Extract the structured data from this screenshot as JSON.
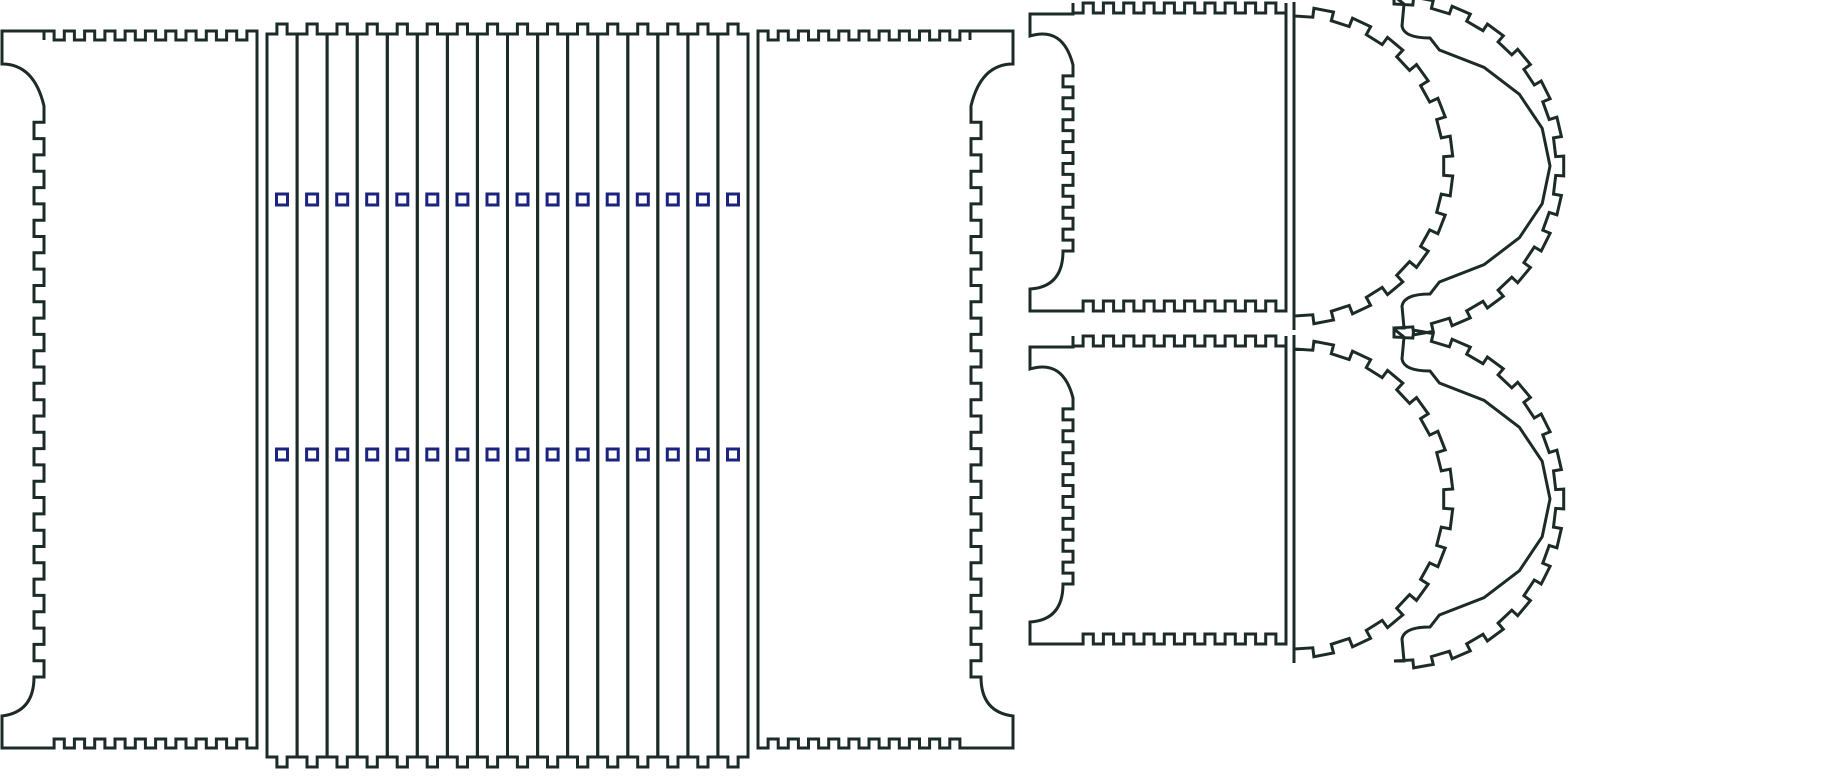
{
  "drawing": {
    "background": "#ffffff",
    "cut_color": "#1c2b28",
    "hole_color": "#1a237e",
    "parts": [
      {
        "name": "left-side-panel",
        "kind": "side-panel-left"
      },
      {
        "name": "slat-panel",
        "kind": "slats",
        "slat_count": 16,
        "holes_per_slat": 2
      },
      {
        "name": "right-side-panel",
        "kind": "side-panel-right"
      },
      {
        "name": "upper-end-panel",
        "kind": "end-panel"
      },
      {
        "name": "lower-end-panel",
        "kind": "end-panel"
      },
      {
        "name": "upper-inner-arc",
        "kind": "inner-arc"
      },
      {
        "name": "upper-outer-arc",
        "kind": "outer-arc"
      },
      {
        "name": "lower-inner-arc",
        "kind": "inner-arc"
      },
      {
        "name": "lower-outer-arc",
        "kind": "outer-arc"
      }
    ]
  }
}
